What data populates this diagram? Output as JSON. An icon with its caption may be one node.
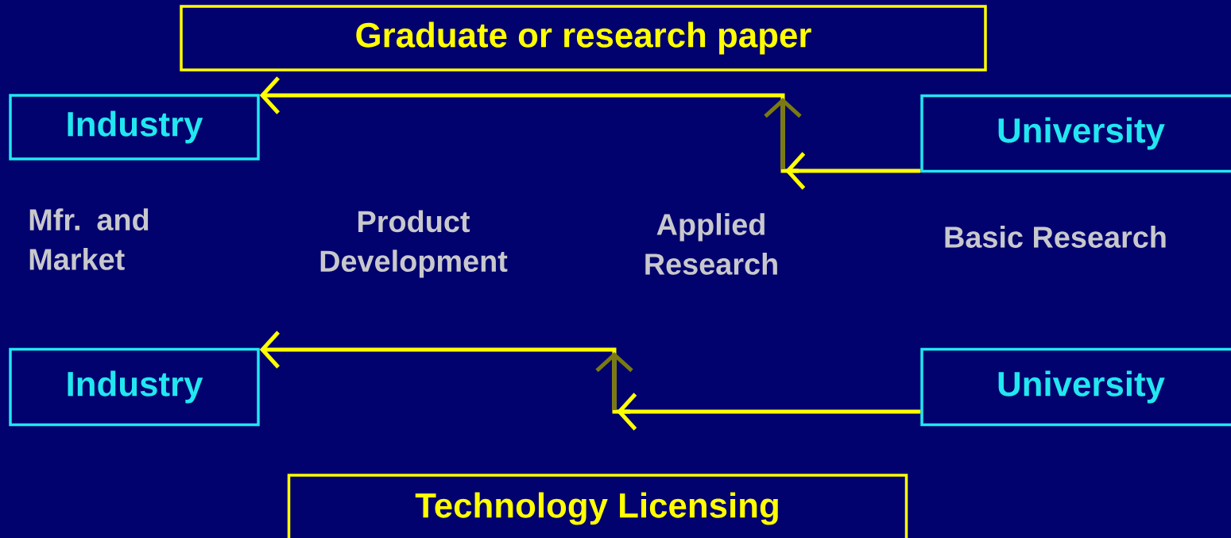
{
  "diagram": {
    "nodes": [
      {
        "text": [
          "Graduate or research paper"
        ]
      },
      {
        "text": [
          "Industry"
        ]
      },
      {
        "text": [
          "University"
        ]
      },
      {
        "text": [
          "Industry"
        ]
      },
      {
        "text": [
          "University"
        ]
      },
      {
        "text": [
          "Technology Licensing"
        ]
      }
    ],
    "edges": [
      {
        "from": 2,
        "to": 1,
        "arrow": "to"
      },
      {
        "from": 4,
        "to": 3,
        "arrow": "to"
      }
    ],
    "labels": [
      "Mfr. and Market",
      "Product Development",
      "Applied Research",
      "Basic Research"
    ]
  }
}
